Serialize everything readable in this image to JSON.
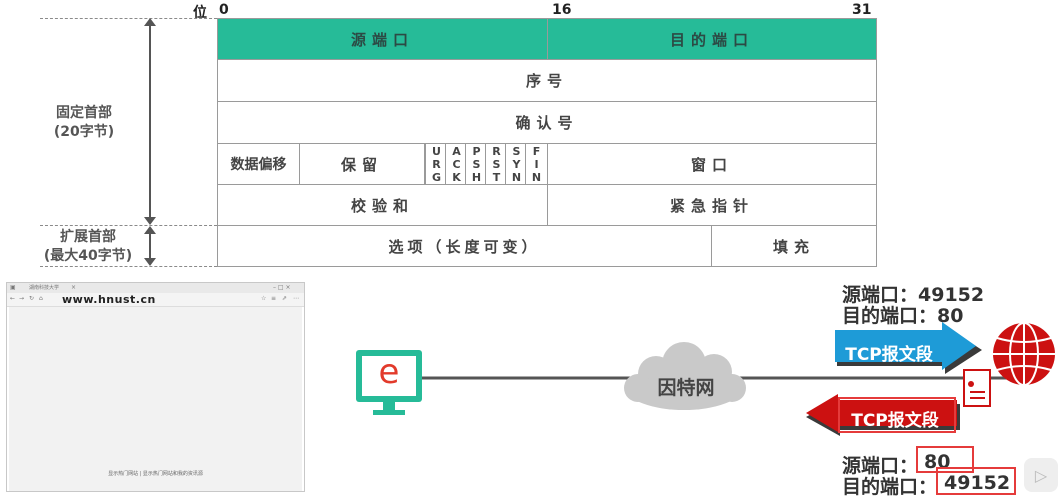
{
  "bit_labels": {
    "prefix": "位",
    "b0": "0",
    "b16": "16",
    "b31": "31"
  },
  "side_labels": {
    "fixed_header_line1": "固定首部",
    "fixed_header_line2": "(20字节)",
    "ext_header_line1": "扩展首部",
    "ext_header_line2": "(最大40字节)"
  },
  "header_fields": {
    "src_port": "源端口",
    "dst_port": "目的端口",
    "seq": "序号",
    "ack_no": "确认号",
    "data_offset": "数据偏移",
    "reserved": "保留",
    "flags": [
      [
        "U",
        "R",
        "G"
      ],
      [
        "A",
        "C",
        "K"
      ],
      [
        "P",
        "S",
        "H"
      ],
      [
        "R",
        "S",
        "T"
      ],
      [
        "S",
        "Y",
        "N"
      ],
      [
        "F",
        "I",
        "N"
      ]
    ],
    "window": "窗口",
    "checksum": "校验和",
    "urgent_ptr": "紧急指针",
    "options": "选项（长度可变）",
    "padding": "填充"
  },
  "colors": {
    "teal": "#26bb98",
    "blue": "#1e9bd7",
    "red": "#cc1111",
    "highlight": "#e53b3b"
  },
  "browser": {
    "tab_text": "湖南科技大学",
    "url": "www.hnust.cn",
    "status_text": "显示热门网站 | 显示热门网站和我的资讯源"
  },
  "network": {
    "client_icon": "e",
    "cloud_label": "因特网",
    "forward_segment": "TCP报文段",
    "reply_segment": "TCP报文段"
  },
  "ports_top": {
    "src": "源端口：49152",
    "dst": "目的端口：80"
  },
  "ports_bottom": {
    "src_label": "源端口：",
    "src_val": "80",
    "dst_label": "目的端口：",
    "dst_val": "49152"
  }
}
